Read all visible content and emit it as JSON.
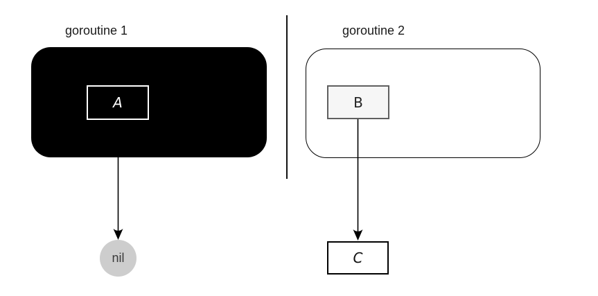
{
  "diagram": {
    "goroutine1": {
      "label": "goroutine 1",
      "pointer_label": "A",
      "target_label": "nil",
      "fill_color": "#000000",
      "pointer_border_color": "#ffffff",
      "target_fill_color": "#cdcdcd",
      "arrow": "A-to-nil"
    },
    "goroutine2": {
      "label": "goroutine 2",
      "pointer_label": "B",
      "target_label": "C",
      "fill_color": "#ffffff",
      "pointer_fill_color": "#f6f6f6",
      "pointer_border_color": "#5f5f5f",
      "target_fill_color": "#ffffff",
      "arrow": "B-to-C"
    },
    "divider_color": "#111111",
    "arrow_color": "#000000",
    "label_text_color": "#1a1a1a"
  }
}
